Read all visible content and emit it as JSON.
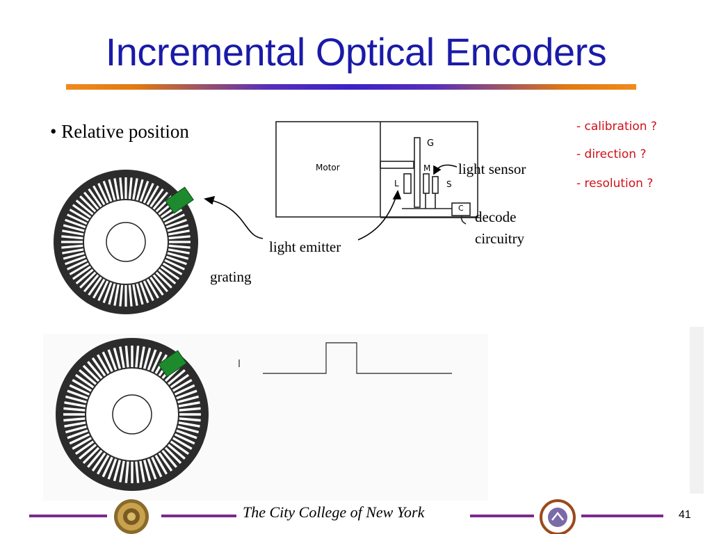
{
  "slide": {
    "title": "Incremental Optical Encoders",
    "bullet": "• Relative position",
    "notes": [
      "- calibration ?",
      "- direction ?",
      "- resolution ?"
    ]
  },
  "figure": {
    "encoder_labels": {
      "light_emitter": "light emitter",
      "grating": "grating",
      "light_sensor": "light sensor",
      "decode_line1": "decode",
      "decode_line2": "circuitry"
    },
    "diagram_labels": {
      "motor": "Motor",
      "g": "G",
      "m": "M",
      "l": "L",
      "s": "S",
      "c": "C"
    }
  },
  "footer": {
    "institution": "The City College of New York",
    "page_number": "41",
    "seal_left": "CCNY seal",
    "seal_right": "lab seal"
  },
  "colors": {
    "title": "#1a1aa8",
    "notes": "#d0101a",
    "footer_line": "#7a2a8c",
    "emitter_green": "#1e8a2e"
  }
}
